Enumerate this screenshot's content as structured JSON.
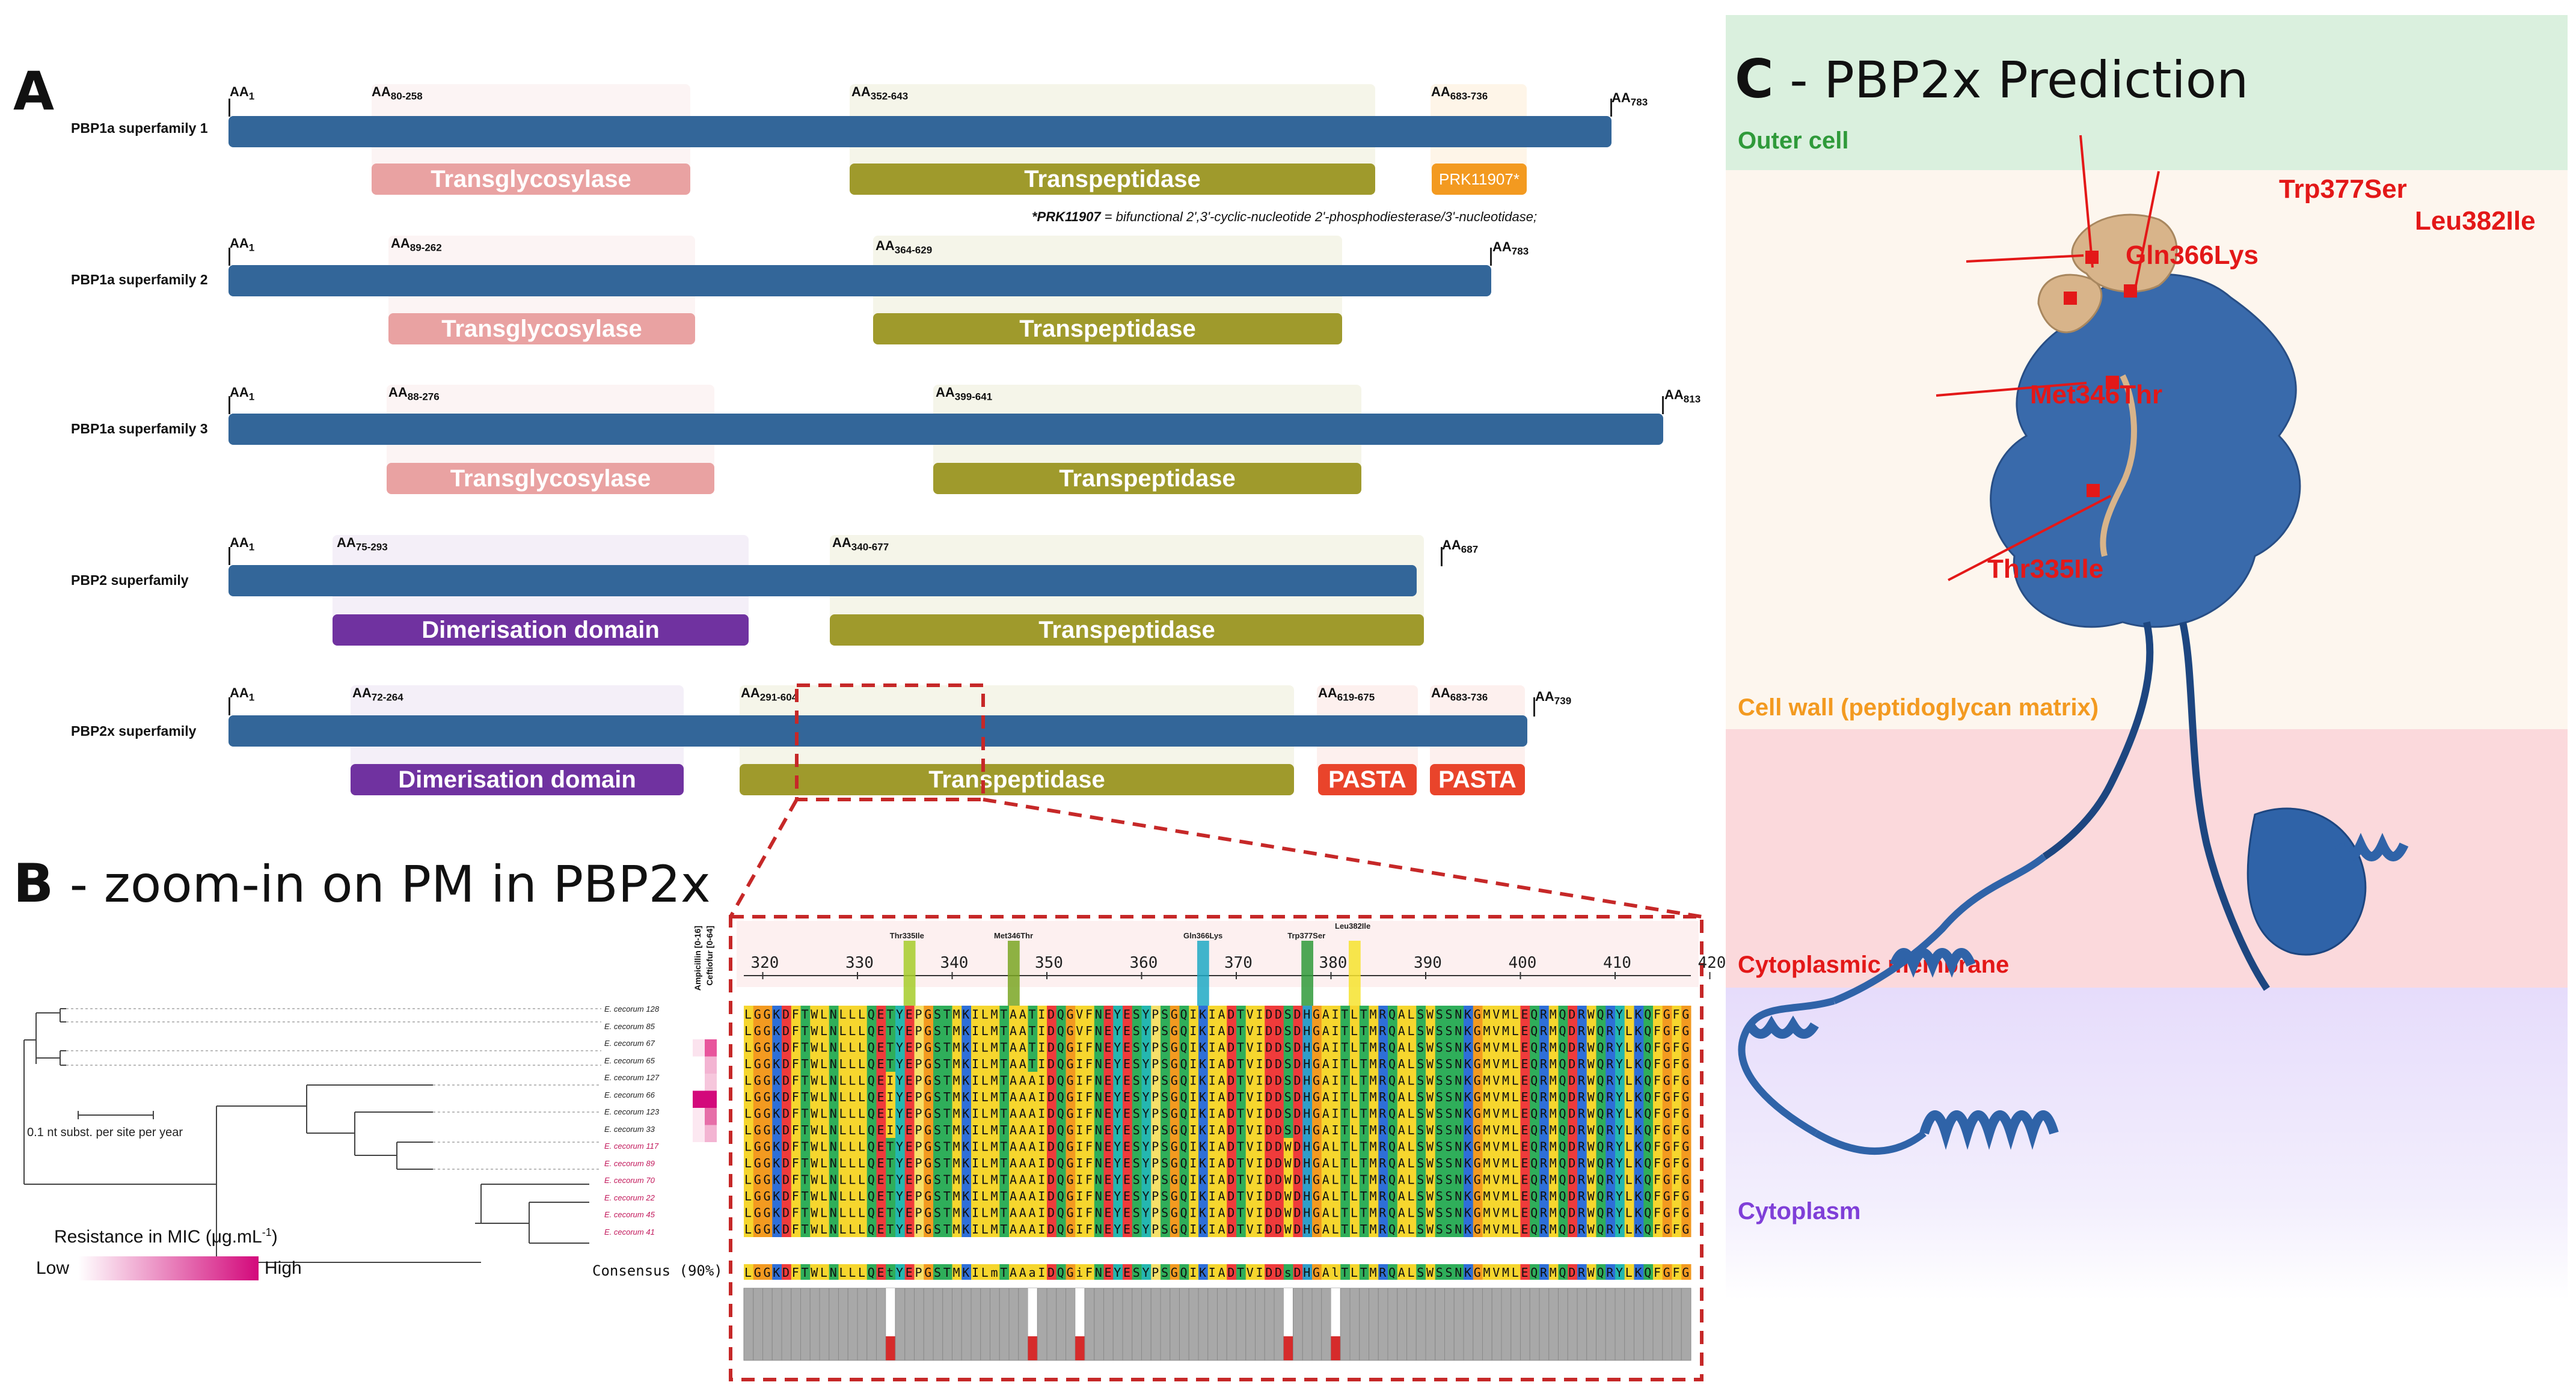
{
  "panelA": {
    "letter": "A",
    "rows": [
      {
        "label": "PBP1a superfamily 1",
        "start": "AA",
        "start_sub": "1",
        "end": "AA",
        "end_sub": "783",
        "domains": [
          {
            "pos": "AA",
            "pos_sub": "80-258",
            "name": "Transglycosylase"
          },
          {
            "pos": "AA",
            "pos_sub": "352-643",
            "name": "Transpeptidase"
          },
          {
            "pos": "AA",
            "pos_sub": "683-736",
            "name": "PRK11907*"
          }
        ]
      },
      {
        "label": "PBP1a superfamily 2",
        "start": "AA",
        "start_sub": "1",
        "end": "AA",
        "end_sub": "783",
        "domains": [
          {
            "pos": "AA",
            "pos_sub": "89-262",
            "name": "Transglycosylase"
          },
          {
            "pos": "AA",
            "pos_sub": "364-629",
            "name": "Transpeptidase"
          }
        ]
      },
      {
        "label": "PBP1a superfamily 3",
        "start": "AA",
        "start_sub": "1",
        "end": "AA",
        "end_sub": "813",
        "domains": [
          {
            "pos": "AA",
            "pos_sub": "88-276",
            "name": "Transglycosylase"
          },
          {
            "pos": "AA",
            "pos_sub": "399-641",
            "name": "Transpeptidase"
          }
        ]
      },
      {
        "label": "PBP2 superfamily",
        "start": "AA",
        "start_sub": "1",
        "end": "AA",
        "end_sub": "687",
        "domains": [
          {
            "pos": "AA",
            "pos_sub": "75-293",
            "name": "Dimerisation domain"
          },
          {
            "pos": "AA",
            "pos_sub": "340-677",
            "name": "Transpeptidase"
          }
        ]
      },
      {
        "label": "PBP2x superfamily",
        "start": "AA",
        "start_sub": "1",
        "end": "AA",
        "end_sub": "739",
        "domains": [
          {
            "pos": "AA",
            "pos_sub": "72-264",
            "name": "Dimerisation domain"
          },
          {
            "pos": "AA",
            "pos_sub": "291-604",
            "name": "Transpeptidase"
          },
          {
            "pos": "AA",
            "pos_sub": "619-675",
            "name": "PASTA"
          },
          {
            "pos": "AA",
            "pos_sub": "683-736",
            "name": "PASTA"
          }
        ]
      }
    ],
    "footnote_bold": "*PRK11907",
    "footnote_rest": " = bifunctional 2',3'-cyclic-nucleotide 2'-phosphodiesterase/3'-nucleotidase;"
  },
  "panelB": {
    "letter": "B",
    "title": " - zoom-in on PM in PBP2x",
    "scale_label": "0.1 nt subst. per site per year",
    "legend_title": "Resistance in MIC (μg.mL",
    "legend_title_sup": "-1",
    "legend_title_end": ")",
    "legend_low": "Low",
    "legend_high": "High",
    "heat_headers": [
      "Ampicillin [0-16]",
      "Ceftiofur [0-64]"
    ],
    "taxa": [
      {
        "name": "E. cecorum 128",
        "color": "#222222"
      },
      {
        "name": "E. cecorum 85",
        "color": "#222222"
      },
      {
        "name": "E. cecorum 67",
        "color": "#222222"
      },
      {
        "name": "E. cecorum 65",
        "color": "#222222"
      },
      {
        "name": "E. cecorum 127",
        "color": "#222222"
      },
      {
        "name": "E. cecorum 66",
        "color": "#222222"
      },
      {
        "name": "E. cecorum 123",
        "color": "#222222"
      },
      {
        "name": "E. cecorum 33",
        "color": "#222222"
      },
      {
        "name": "E. cecorum 117",
        "color": "#c2185b"
      },
      {
        "name": "E. cecorum 89",
        "color": "#c2185b"
      },
      {
        "name": "E. cecorum 70",
        "color": "#c2185b"
      },
      {
        "name": "E. cecorum 22",
        "color": "#c2185b"
      },
      {
        "name": "E. cecorum 45",
        "color": "#c2185b"
      },
      {
        "name": "E. cecorum 41",
        "color": "#c2185b"
      }
    ],
    "axis_ticks": [
      "320",
      "330",
      "340",
      "350",
      "360",
      "370",
      "380",
      "390",
      "400",
      "410",
      "420"
    ],
    "mutation_markers": [
      "Thr335Ile",
      "Met346Thr",
      "Gln366Lys",
      "Trp377Ser",
      "Leu382Ile"
    ],
    "sequences": [
      "LGGKDFTWLNLLLQETYEPGSTMKILMTAATIDQGVFNEYESYPSGQIKIADTVIDDSDHGAITLTMRQALSWSSNKGMVMLEQRMQDRWQRYLKQFGFG",
      "LGGKDFTWLNLLLQETYEPGSTMKILMTAATIDQGVFNEYESYPSGQIKIADTVIDDSDHGAITLTMRQALSWSSNKGMVMLEQRMQDRWQRYLKQFGFG",
      "LGGKDFTWLNLLLQETYEPGSTMKILMTAATIDQGIFNEYESYPSGQIKIADTVIDDSDHGAITLTMRQALSWSSNKGMVMLEQRMQDRWQRYLKQFGFG",
      "LGGKDFTWLNLLLQETYEPGSTMKILMTAATIDQGIFNEYESYPSGQIKIADTVIDDSDHGAITLTMRQALSWSSNKGMVMLEQRMQDRWQRYLKQFGFG",
      "LGGKDFTWLNLLLQEIYEPGSTMKILMTAAAIDQGIFNEYESYPSGQIKIADTVIDDSDHGAITLTMRQALSWSSNKGMVMLEQRMQDRWQRYLKQFGFG",
      "LGGKDFTWLNLLLQEIYEPGSTMKILMTAAAIDQGIFNEYESYPSGQIKIADTVIDDSDHGAITLTMRQALSWSSNKGMVMLEQRMQDRWQRYLKQFGFG",
      "LGGKDFTWLNLLLQEIYEPGSTMKILMTAAAIDQGIFNEYESYPSGQIKIADTVIDDSDHGAITLTMRQALSWSSNKGMVMLEQRMQDRWQRYLKQFGFG",
      "LGGKDFTWLNLLLQEIYEPGSTMKILMTAAAIDQGIFNEYESYPSGQIKIADTVIDDSDHGAITLTMRQALSWSSNKGMVMLEQRMQDRWQRYLKQFGFG",
      "LGGKDFTWLNLLLQETYEPGSTMKILMTAAAIDQGIFNEYESYPSGQIKIADTVIDDWDHGALTLTMRQALSWSSNKGMVMLEQRMQDRWQRYLKQFGFG",
      "LGGKDFTWLNLLLQETYEPGSTMKILMTAAAIDQGIFNEYESYPSGQIKIADTVIDDWDHGALTLTMRQALSWSSNKGMVMLEQRMQDRWQRYLKQFGFG",
      "LGGKDFTWLNLLLQETYEPGSTMKILMTAAAIDQGIFNEYESYPSGQIKIADTVIDDWDHGALTLTMRQALSWSSNKGMVMLEQRMQDRWQRYLKQFGFG",
      "LGGKDFTWLNLLLQETYEPGSTMKILMTAAAIDQGIFNEYESYPSGQIKIADTVIDDWDHGALTLTMRQALSWSSNKGMVMLEQRMQDRWQRYLKQFGFG",
      "LGGKDFTWLNLLLQETYEPGSTMKILMTAAAIDQGIFNEYESYPSGQIKIADTVIDDWDHGALTLTMRQALSWSSNKGMVMLEQRMQDRWQRYLKQFGFG",
      "LGGKDFTWLNLLLQETYEPGSTMKILMTAAAIDQGIFNEYESYPSGQIKIADTVIDDWDHGALTLTMRQALSWSSNKGMVMLEQRMQDRWQRYLKQFGFG"
    ],
    "consensus_label": "Consensus (90%)",
    "consensus": "LGGKDFTWLNLLLQEtYEPGSTMKILmTAAaIDQGiFNEYESYPSGQIKIADTVIDDsDHGAlTLTMRQALSWSSNKGMVMLEQRMQDRWQRYLKQFGFG"
  },
  "panelC": {
    "letter": "C",
    "title": " - PBP2x Prediction",
    "zones": [
      "Outer cell",
      "Cell wall (peptidoglycan matrix)",
      "Cytoplasmic membrane",
      "Cytoplasm"
    ],
    "mutations": [
      "Trp377Ser",
      "Leu382Ile",
      "Gln366Lys",
      "Met346Thr",
      "Thr335Ile"
    ]
  },
  "colors": {
    "bar": "#336699",
    "transglycosylase": "#e9a2a2",
    "transpeptidase": "#9f9a2c",
    "dimerisation": "#7032a0",
    "pasta": "#e9442b",
    "prk": "#f39a20",
    "zone_outer": "#daf0de",
    "zone_wall": "#fdf6ee",
    "zone_membrane": "#fbd9dc",
    "zone_cyto": "#e6dcfb",
    "mutation_text": "#e31818",
    "dashed": "#c62828"
  }
}
